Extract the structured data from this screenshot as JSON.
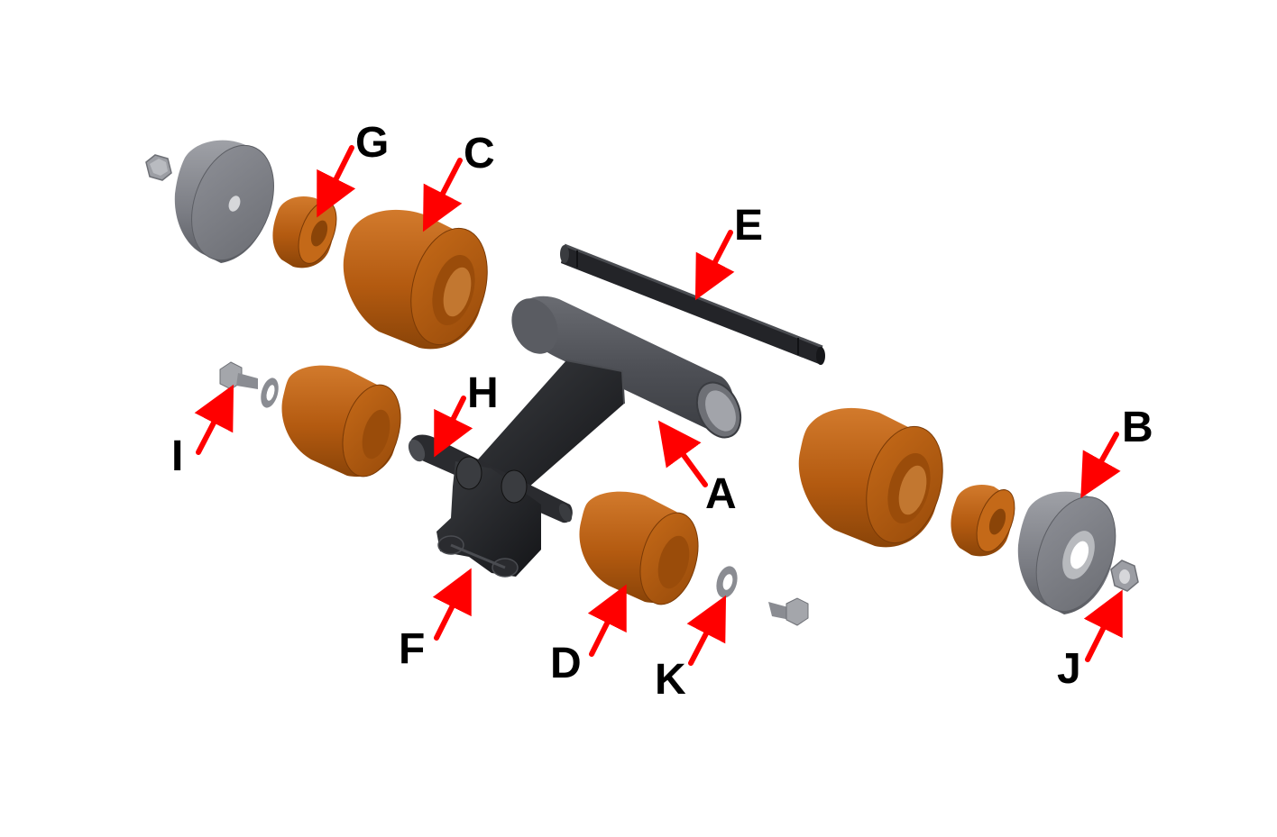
{
  "diagram": {
    "colors": {
      "copper": "#b35a10",
      "copper_light": "#d27a2c",
      "copper_dark": "#7a3a06",
      "steel": "#7d7f86",
      "steel_light": "#a9abb1",
      "steel_dark": "#4f5157",
      "frame": "#1c1d20",
      "frame_light": "#3a3c40",
      "arrow": "#ff0000",
      "label": "#000000"
    },
    "labels": {
      "A": "A",
      "B": "B",
      "C": "C",
      "D": "D",
      "E": "E",
      "F": "F",
      "G": "G",
      "H": "H",
      "I": "I",
      "J": "J",
      "K": "K"
    }
  }
}
